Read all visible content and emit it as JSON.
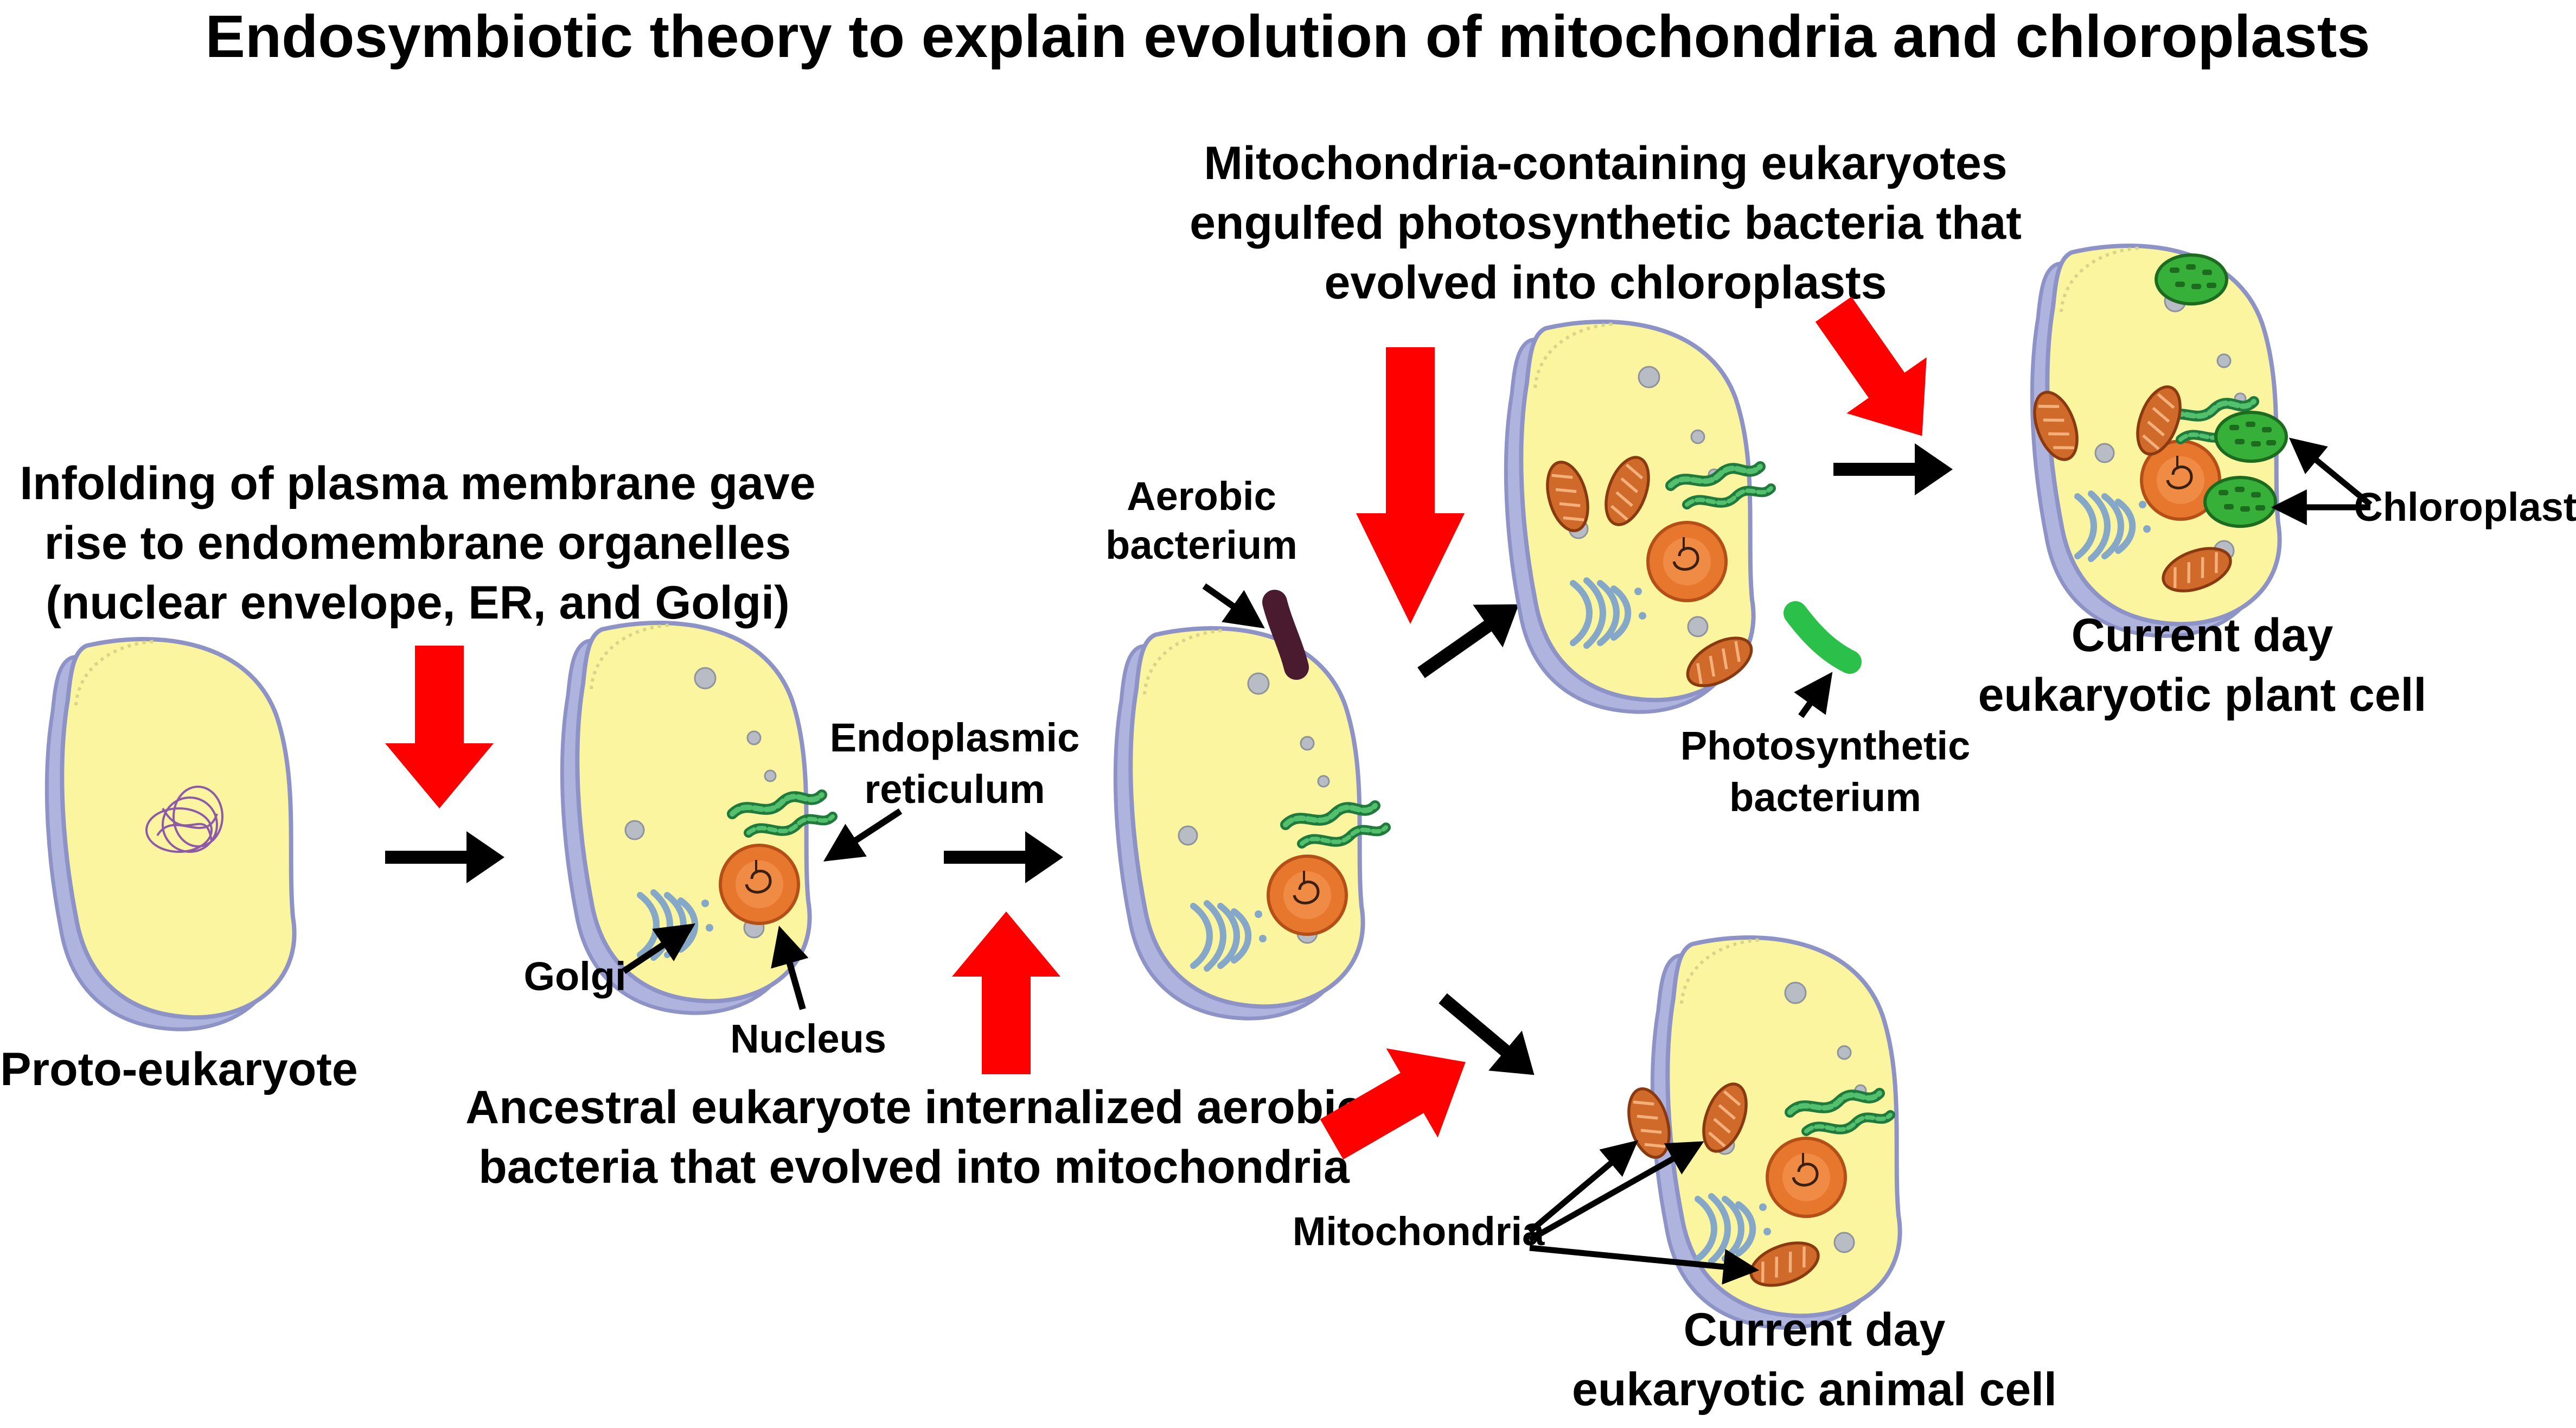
{
  "title": "Endosymbiotic theory to explain evolution of mitochondria and chloroplasts",
  "captions": {
    "infolding": [
      "Infolding of plasma membrane gave",
      "rise to endomembrane organelles",
      "(nuclear envelope, ER, and Golgi)"
    ],
    "ancestral": [
      "Ancestral eukaryote internalized aerobic",
      "bacteria that evolved into mitochondria"
    ],
    "engulfed": [
      "Mitochondria-containing eukaryotes",
      "engulfed photosynthetic bacteria that",
      "evolved into chloroplasts"
    ]
  },
  "labels": {
    "proto_eukaryote": "Proto-eukaryote",
    "endoplasmic_reticulum": [
      "Endoplasmic",
      "reticulum"
    ],
    "golgi": "Golgi",
    "nucleus": "Nucleus",
    "aerobic_bacterium": [
      "Aerobic",
      "bacterium"
    ],
    "photosynthetic_bacterium": [
      "Photosynthetic",
      "bacterium"
    ],
    "chloroplast": "Chloroplast",
    "mitochondria": "Mitochondria",
    "plant_cell": [
      "Current day",
      "eukaryotic plant cell"
    ],
    "animal_cell": [
      "Current day",
      "eukaryotic animal cell"
    ]
  },
  "colors": {
    "cytoplasm": "#fbf5a0",
    "membrane_shadow": "#aeb4de",
    "membrane_outline": "#8d93c6",
    "nucleus": "#e8772e",
    "mitochondria": "#cf6a2a",
    "er_green": "#2f9e52",
    "golgi_blue": "#86a8c8",
    "chloroplast_green": "#37b03a",
    "aerobic_bacterium": "#4a1a2e",
    "photosynthetic_bacterium": "#2bc04a",
    "red_arrow": "#ff0000",
    "black_arrow": "#000000"
  }
}
